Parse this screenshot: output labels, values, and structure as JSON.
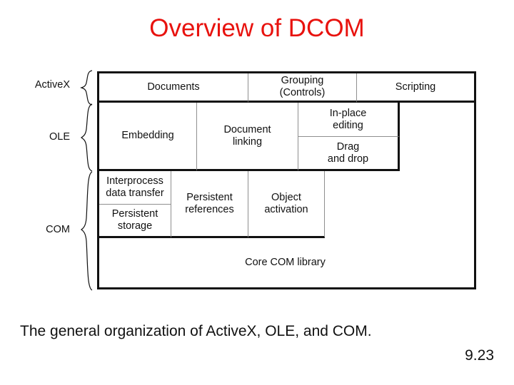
{
  "title": "Overview of DCOM",
  "title_color": "#e8120e",
  "caption": "The general organization of ActiveX, OLE, and COM.",
  "slide_number": "9.23",
  "groups": [
    {
      "label": "ActiveX"
    },
    {
      "label": "OLE"
    },
    {
      "label": "COM"
    }
  ],
  "diagram": {
    "activex_row": [
      {
        "label": "Documents"
      },
      {
        "label": "Grouping\n(Controls)",
        "line1": "Grouping",
        "line2": "(Controls)"
      },
      {
        "label": "Scripting"
      }
    ],
    "ole_row": [
      {
        "label": "Embedding"
      },
      {
        "label": "Document linking",
        "line1": "Document",
        "line2": "linking"
      },
      {
        "label": "In-place editing",
        "line1": "In-place",
        "line2": "editing"
      },
      {
        "label": "Drag and drop",
        "line1": "Drag",
        "line2": "and drop"
      }
    ],
    "com_row": [
      {
        "label": "Interprocess data transfer",
        "line1": "Interprocess",
        "line2": "data transfer"
      },
      {
        "label": "Persistent storage",
        "line1": "Persistent",
        "line2": "storage"
      },
      {
        "label": "Persistent references",
        "line1": "Persistent",
        "line2": "references"
      },
      {
        "label": "Object activation",
        "line1": "Object",
        "line2": "activation"
      }
    ],
    "core_row": {
      "label": "Core COM library"
    }
  }
}
